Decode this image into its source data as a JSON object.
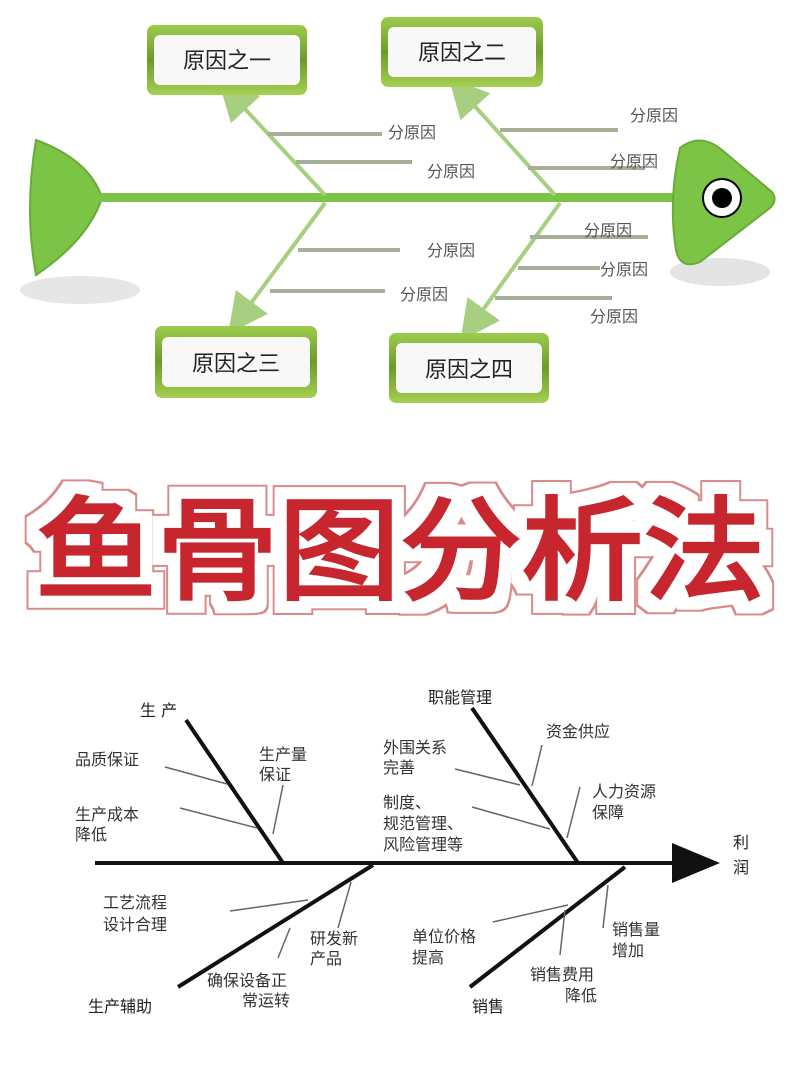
{
  "top_diagram": {
    "colors": {
      "fish_green": "#7cc445",
      "bone_green": "#a6cf80",
      "box_border": "#8cb63c",
      "eye": "#000000"
    },
    "causes": [
      {
        "label": "原因之一",
        "position": "top-left"
      },
      {
        "label": "原因之二",
        "position": "top-right"
      },
      {
        "label": "原因之三",
        "position": "bottom-left"
      },
      {
        "label": "原因之四",
        "position": "bottom-right"
      }
    ],
    "sub_causes": {
      "cause1": [
        "分原因",
        "分原因"
      ],
      "cause2": [
        "分原因",
        "分原因"
      ],
      "cause3": [
        "分原因",
        "分原因"
      ],
      "cause4": [
        "分原因",
        "分原因",
        "分原因"
      ]
    }
  },
  "title": {
    "text": "鱼骨图分析法",
    "chars": [
      "鱼",
      "骨",
      "图",
      "分",
      "析",
      "法"
    ],
    "color": "#c8262e"
  },
  "bottom_diagram": {
    "head_label": [
      "利",
      "润"
    ],
    "categories": [
      {
        "name": "生 产",
        "sub": [
          [
            "品质保证"
          ],
          [
            "生产成本",
            "降低"
          ],
          [
            "生产量",
            "保证"
          ]
        ]
      },
      {
        "name": "职能管理",
        "sub": [
          [
            "外围关系",
            "完善"
          ],
          [
            "制度、",
            "规范管理、",
            "风险管理等"
          ],
          [
            "资金供应"
          ],
          [
            "人力资源",
            "保障"
          ]
        ]
      },
      {
        "name": "生产辅助",
        "sub": [
          [
            "工艺流程",
            "设计合理"
          ],
          [
            "确保设备正",
            "常运转"
          ],
          [
            "研发新",
            "产品"
          ]
        ]
      },
      {
        "name": "销售",
        "sub": [
          [
            "单位价格",
            "提高"
          ],
          [
            "销售费用",
            "降低"
          ],
          [
            "销售量",
            "增加"
          ]
        ]
      }
    ]
  }
}
